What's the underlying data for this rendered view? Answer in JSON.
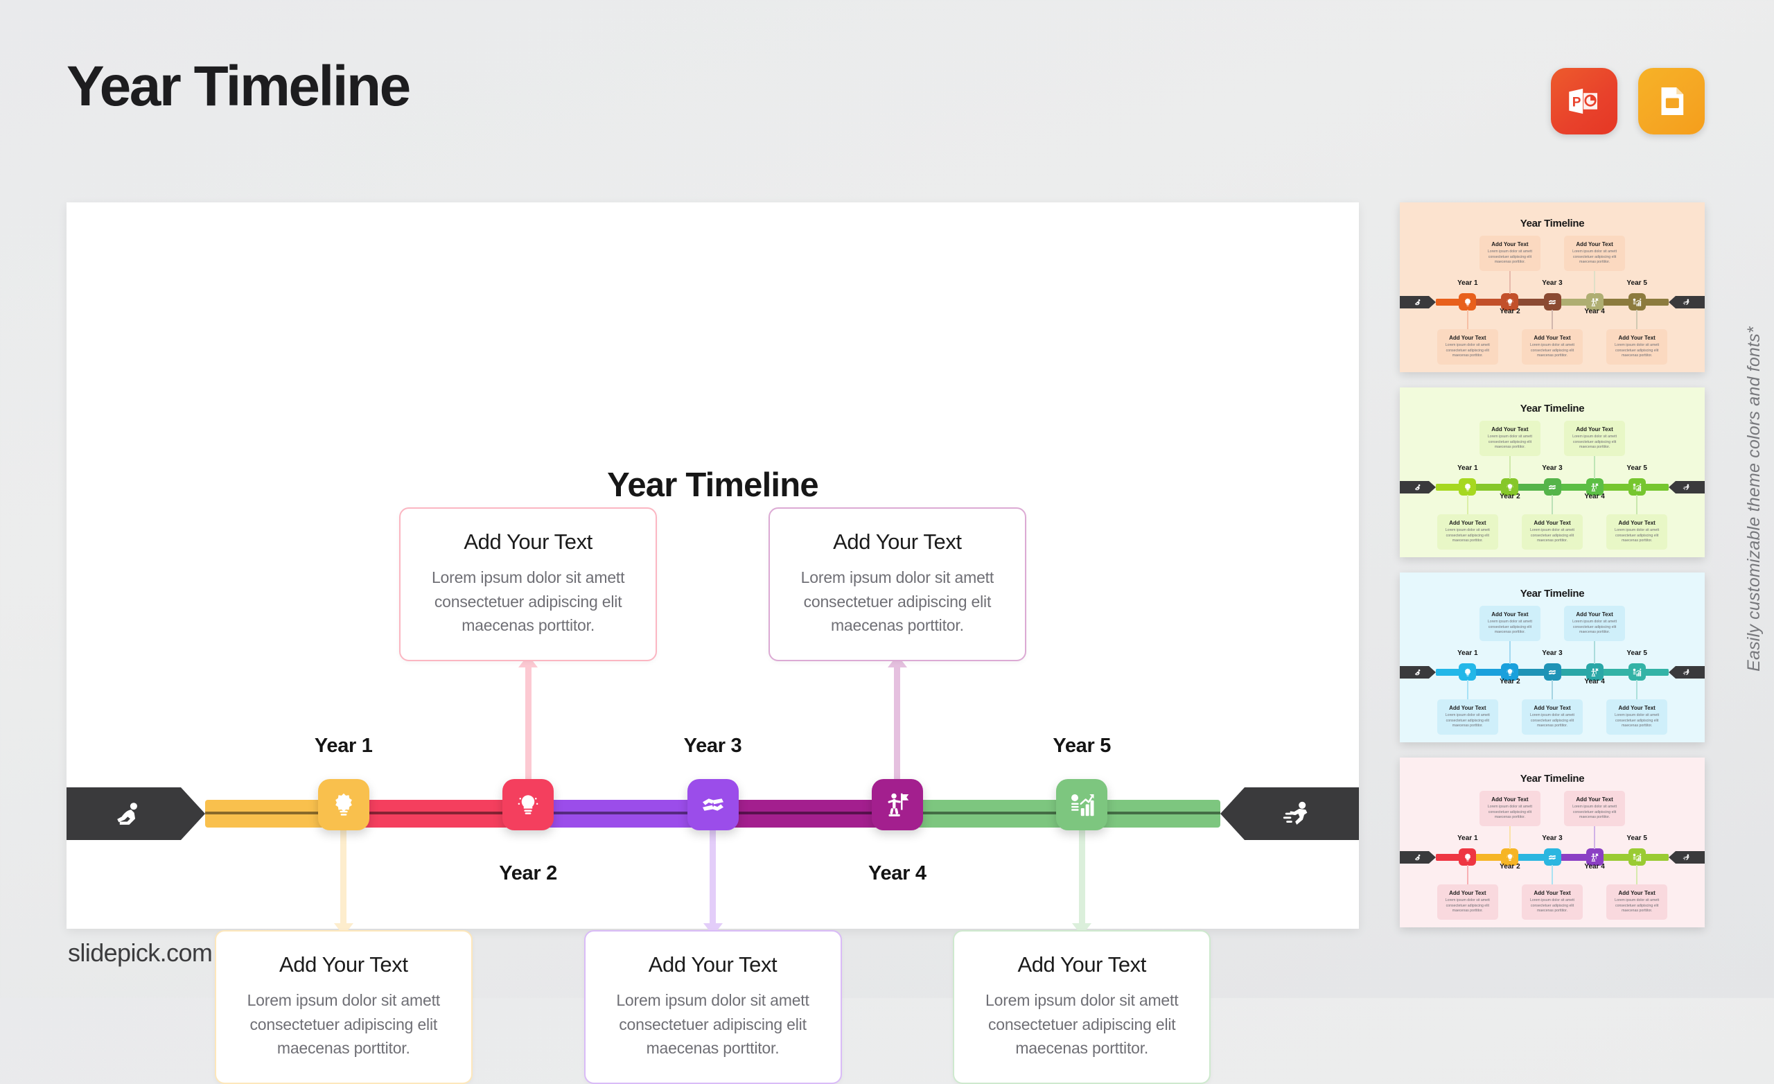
{
  "page": {
    "title": "Year Timeline",
    "footer": "slidepick.com",
    "side_note": "Easily customizable theme colors and fonts*"
  },
  "app_icons": [
    {
      "name": "powerpoint-icon",
      "label": "P",
      "color": "#E8412B"
    },
    {
      "name": "google-slides-icon",
      "label": "",
      "color": "#F5A623"
    }
  ],
  "slide": {
    "title": "Year Timeline",
    "start_marker_icon": "runner-crouch-start-icon",
    "end_marker_icon": "runner-finish-icon",
    "marker_color": "#3A3A3C",
    "segments": [
      {
        "color": "#F9C04D"
      },
      {
        "color": "#F43F5E"
      },
      {
        "color": "#9B4DEA"
      },
      {
        "color": "#A31F8E"
      },
      {
        "color": "#7DC67F"
      }
    ],
    "milestones": [
      {
        "year_label": "Year 1",
        "label_position": "above",
        "card_position": "below",
        "color": "#F9C04D",
        "icon": "trophy-gear-icon",
        "card": {
          "title": "Add Your Text",
          "body": "Lorem ipsum dolor sit amett consectetuer adipiscing elit maecenas porttitor."
        }
      },
      {
        "year_label": "Year 2",
        "label_position": "below",
        "card_position": "above",
        "color": "#F43F5E",
        "icon": "lightbulb-idea-icon",
        "card": {
          "title": "Add Your Text",
          "body": "Lorem ipsum dolor sit amett consectetuer adipiscing elit maecenas porttitor."
        }
      },
      {
        "year_label": "Year 3",
        "label_position": "above",
        "card_position": "below",
        "color": "#9B4DEA",
        "icon": "handshake-icon",
        "card": {
          "title": "Add Your Text",
          "body": "Lorem ipsum dolor sit amett consectetuer adipiscing elit maecenas porttitor."
        }
      },
      {
        "year_label": "Year 4",
        "label_position": "below",
        "card_position": "above",
        "color": "#A31F8E",
        "icon": "person-flag-icon",
        "card": {
          "title": "Add Your Text",
          "body": "Lorem ipsum dolor sit amett consectetuer adipiscing elit maecenas porttitor."
        }
      },
      {
        "year_label": "Year 5",
        "label_position": "above",
        "card_position": "below",
        "color": "#7DC67F",
        "icon": "growth-chart-icon",
        "card": {
          "title": "Add Your Text",
          "body": "Lorem ipsum dolor sit amett consectetuer adipiscing elit maecenas porttitor."
        }
      }
    ]
  },
  "thumbnails": [
    {
      "name": "theme-peach",
      "title": "Year Timeline",
      "background": "#FCE3CF",
      "card_bg": "#FBD9C0",
      "card_border": "#FBD9C0",
      "colors": [
        "#E8601C",
        "#C2502A",
        "#8B4A32",
        "#AFAE72",
        "#8C7B3E"
      ],
      "card": {
        "title": "Add Your Text",
        "body": "Lorem ipsum dolor sit amett consectetuer adipiscing elit maecenas porttitor."
      },
      "years": [
        "Year 1",
        "Year 2",
        "Year 3",
        "Year 4",
        "Year 5"
      ]
    },
    {
      "name": "theme-green",
      "title": "Year Timeline",
      "background": "#F2FBDC",
      "card_bg": "#E8F7C6",
      "card_border": "#E8F7C6",
      "colors": [
        "#A6D820",
        "#86C72A",
        "#55B44A",
        "#5CBE45",
        "#76C62F"
      ],
      "card": {
        "title": "Add Your Text",
        "body": "Lorem ipsum dolor sit amett consectetuer adipiscing elit maecenas porttitor."
      },
      "years": [
        "Year 1",
        "Year 2",
        "Year 3",
        "Year 4",
        "Year 5"
      ]
    },
    {
      "name": "theme-blue",
      "title": "Year Timeline",
      "background": "#E6F8FD",
      "card_bg": "#CFEFFA",
      "card_border": "#CFEFFA",
      "colors": [
        "#23B7E8",
        "#1AA0DC",
        "#1E93B6",
        "#2AA7A7",
        "#33B3A6"
      ],
      "card": {
        "title": "Add Your Text",
        "body": "Lorem ipsum dolor sit amett consectetuer adipiscing elit maecenas porttitor."
      },
      "years": [
        "Year 1",
        "Year 2",
        "Year 3",
        "Year 4",
        "Year 5"
      ]
    },
    {
      "name": "theme-pink",
      "title": "Year Timeline",
      "background": "#FDEEF0",
      "card_bg": "#F9D9DE",
      "card_border": "#F9D9DE",
      "colors": [
        "#EE3642",
        "#F6B526",
        "#2BB6E0",
        "#8B3FC4",
        "#9ACB33"
      ],
      "card": {
        "title": "Add Your Text",
        "body": "Lorem ipsum dolor sit amett consectetuer adipiscing elit maecenas porttitor."
      },
      "years": [
        "Year 1",
        "Year 2",
        "Year 3",
        "Year 4",
        "Year 5"
      ]
    }
  ]
}
